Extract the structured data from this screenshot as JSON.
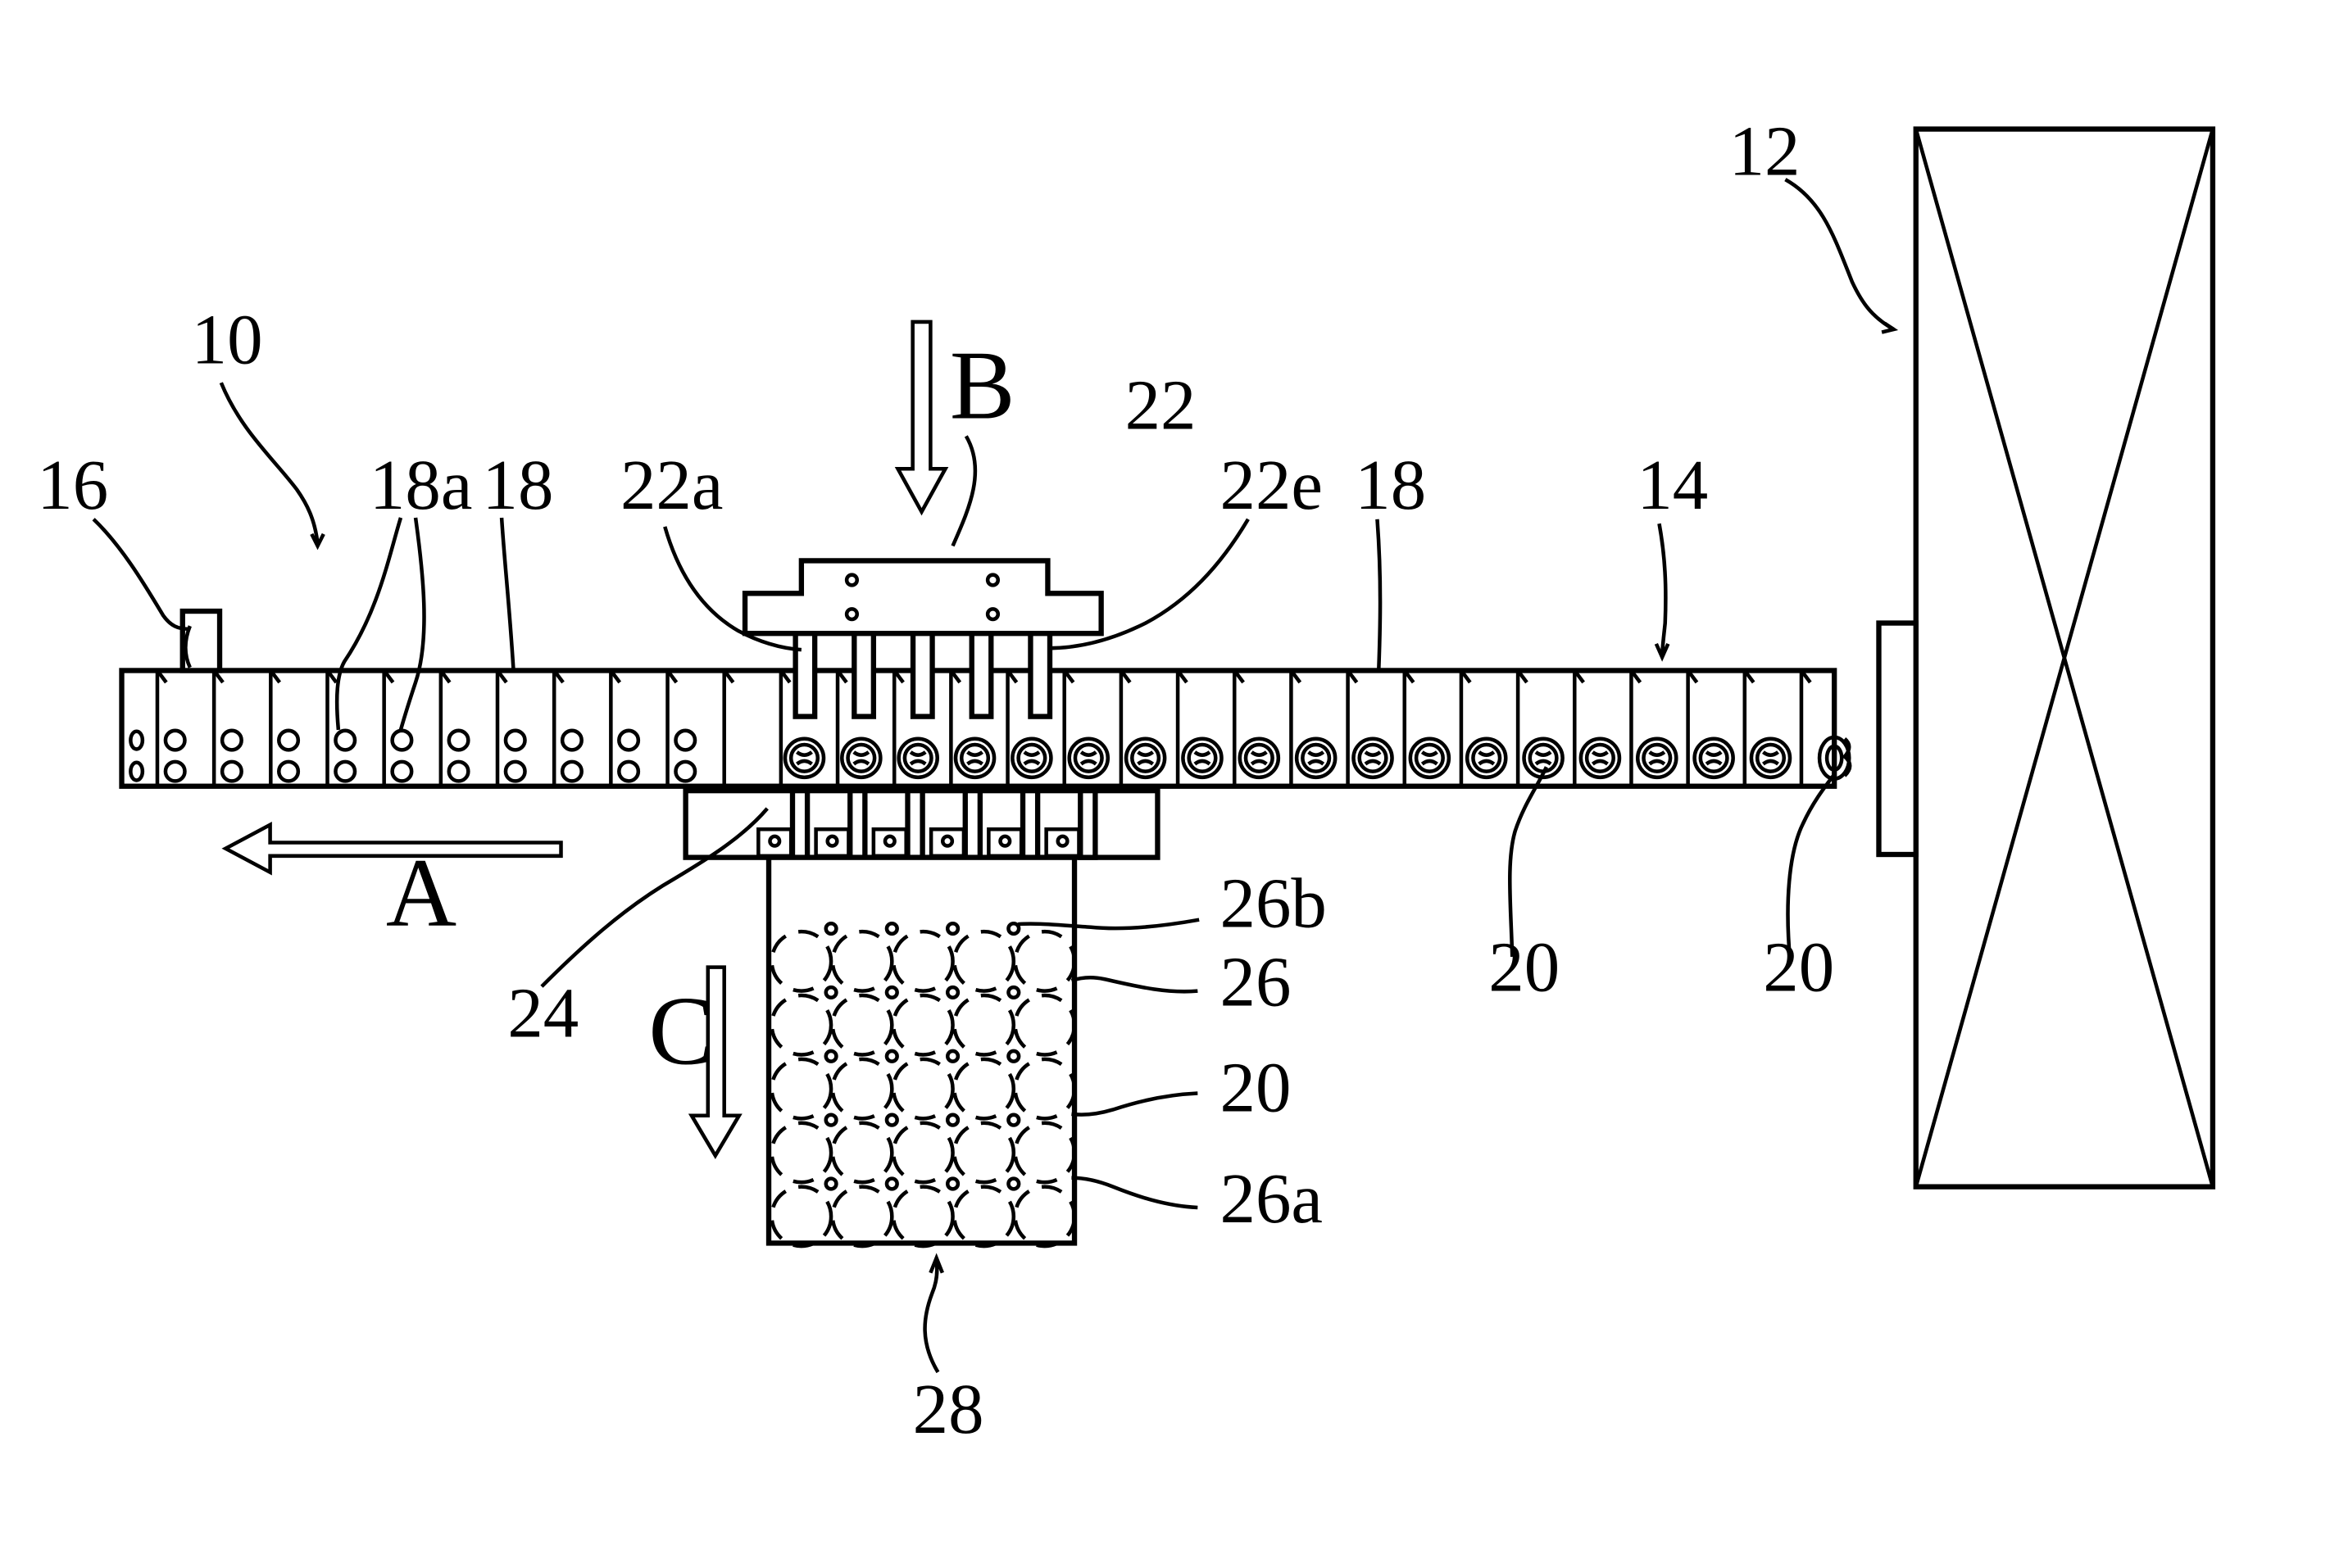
{
  "labels": {
    "ref_10": "10",
    "ref_12": "12",
    "ref_14": "14",
    "ref_16": "16",
    "ref_18a": "18a",
    "ref_18_left": "18",
    "ref_18_right": "18",
    "ref_22": "22",
    "ref_22a": "22a",
    "ref_22e": "22e",
    "ref_20_belt": "20",
    "ref_20_end": "20",
    "ref_20_tray": "20",
    "ref_24": "24",
    "ref_26": "26",
    "ref_26a": "26a",
    "ref_26b": "26b",
    "ref_28": "28"
  },
  "arrows": {
    "a": "A",
    "b": "B",
    "c": "C"
  }
}
